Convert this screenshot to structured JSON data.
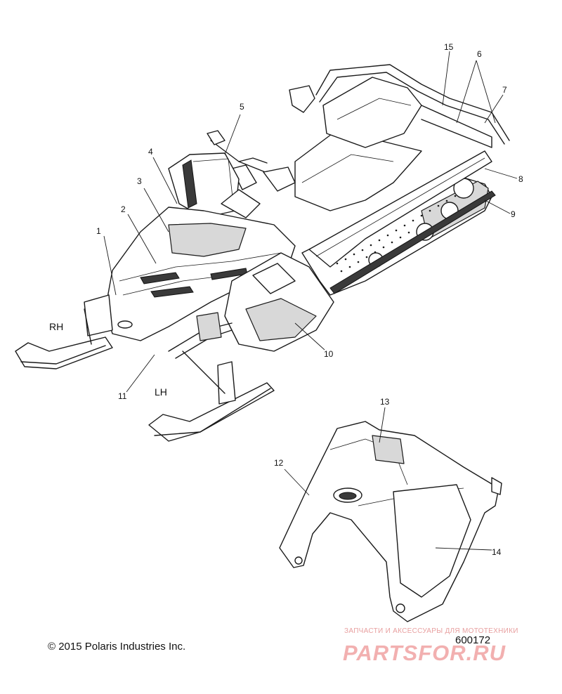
{
  "callouts": [
    "1",
    "2",
    "3",
    "4",
    "5",
    "6",
    "7",
    "8",
    "9",
    "10",
    "11",
    "12",
    "13",
    "14",
    "15"
  ],
  "side_labels": {
    "rh": "RH",
    "lh": "LH"
  },
  "copyright": "© 2015 Polaris Industries Inc.",
  "part_number": "600172",
  "watermark": {
    "tagline": "ЗАПЧАСТИ И АКСЕССУАРЫ ДЛЯ МОТОТЕХНИКИ",
    "logo": "PARTSFOR.RU"
  }
}
